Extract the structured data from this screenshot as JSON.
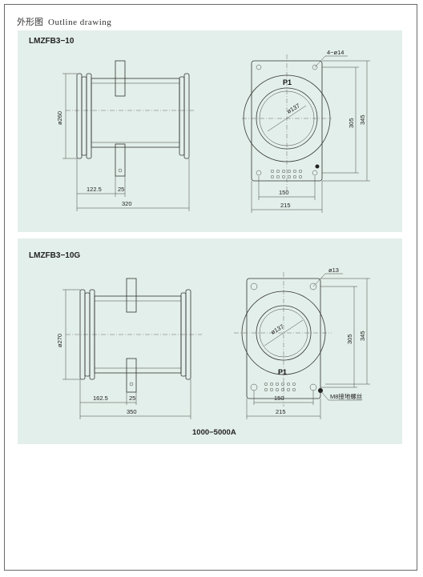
{
  "heading": {
    "cn": "外形图",
    "en": "Outline drawing"
  },
  "panel1": {
    "title": "LMZFB3−10",
    "side_dims": {
      "diameter": "ø260",
      "left_len": "122.5",
      "tab_len": "25",
      "total_len": "320"
    },
    "front_dims": {
      "holes": "4−ø14",
      "bore": "ø137",
      "label": "P1",
      "h_inner": "305",
      "h_outer": "345",
      "w_inner": "150",
      "w_outer": "215"
    }
  },
  "panel2": {
    "title": "LMZFB3−10G",
    "side_dims": {
      "diameter": "ø270",
      "left_len": "162.5",
      "tab_len": "25",
      "total_len": "350"
    },
    "front_dims": {
      "hole": "ø13",
      "bore": "ø137",
      "label": "P1",
      "h_inner": "305",
      "h_outer": "345",
      "w_inner": "150",
      "w_outer": "215",
      "ground": "M8接地螺丝"
    },
    "rating": "1000−5000A"
  },
  "colors": {
    "panel_bg": "#e3efea",
    "line": "#333333"
  }
}
